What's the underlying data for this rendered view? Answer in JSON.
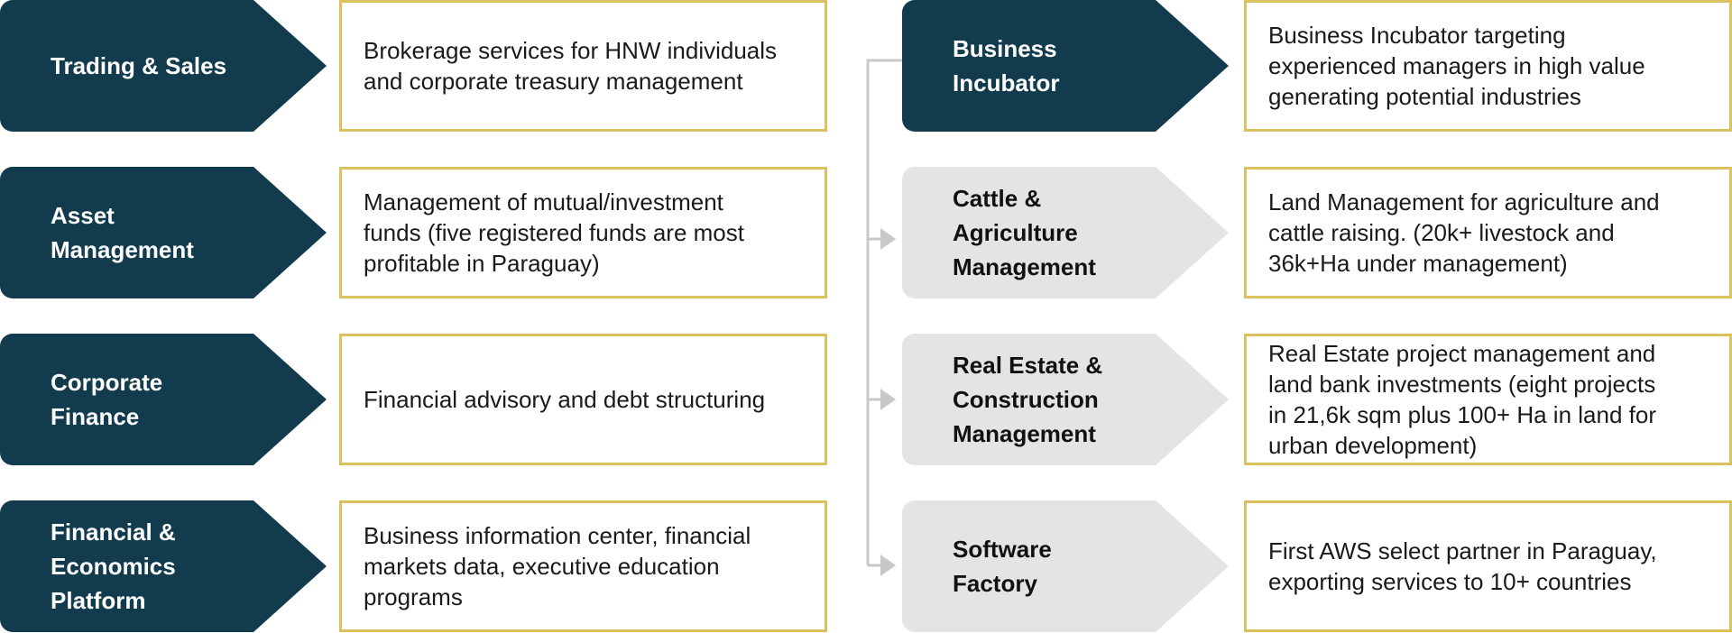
{
  "left_items": [
    {
      "title": "Trading & Sales",
      "description": "Brokerage services for HNW individuals\nand corporate treasury management"
    },
    {
      "title": "Asset\nManagement",
      "description": "Management of mutual/investment\nfunds (five registered funds are most\nprofitable in Paraguay)"
    },
    {
      "title": "Corporate\nFinance",
      "description": "Financial advisory and debt structuring"
    },
    {
      "title": "Financial &\nEconomics\nPlatform",
      "description": "Business information center, financial\nmarkets data, executive education\nprograms"
    }
  ],
  "right_items": [
    {
      "title": "Business\nIncubator",
      "description": "Business Incubator targeting\nexperienced managers in high value\ngenerating potential industries"
    },
    {
      "title": "Cattle &\nAgriculture\nManagement",
      "description": "Land Management for agriculture and\ncattle raising. (20k+ livestock and\n36k+Ha under management)"
    },
    {
      "title": "Real Estate &\nConstruction\nManagement",
      "description": "Real Estate project management and\nland bank investments (eight projects\nin 21,6k sqm plus 100+ Ha in land for\nurban development)"
    },
    {
      "title": "Software\nFactory",
      "description": "First AWS select partner in Paraguay,\nexporting services to 10+ countries"
    }
  ],
  "colors": {
    "dark_chevron": "#123c4e",
    "light_chevron": "#e4e4e2",
    "box_border": "#dcc15f",
    "connector": "#c8c8c8"
  }
}
